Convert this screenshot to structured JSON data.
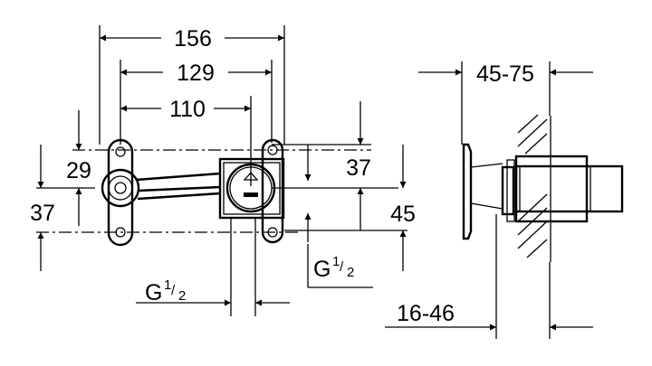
{
  "dimensions": {
    "width_total": "156",
    "width_mid": "129",
    "width_inner": "110",
    "left_upper": "29",
    "left_lower": "37",
    "right_upper": "37",
    "right_lower": "45",
    "thread_right": {
      "main": "G",
      "num": "1",
      "den": "2"
    },
    "thread_bottom": {
      "main": "G",
      "num": "1",
      "den": "2"
    },
    "depth_range": "45-75",
    "wall_range": "16-46"
  }
}
